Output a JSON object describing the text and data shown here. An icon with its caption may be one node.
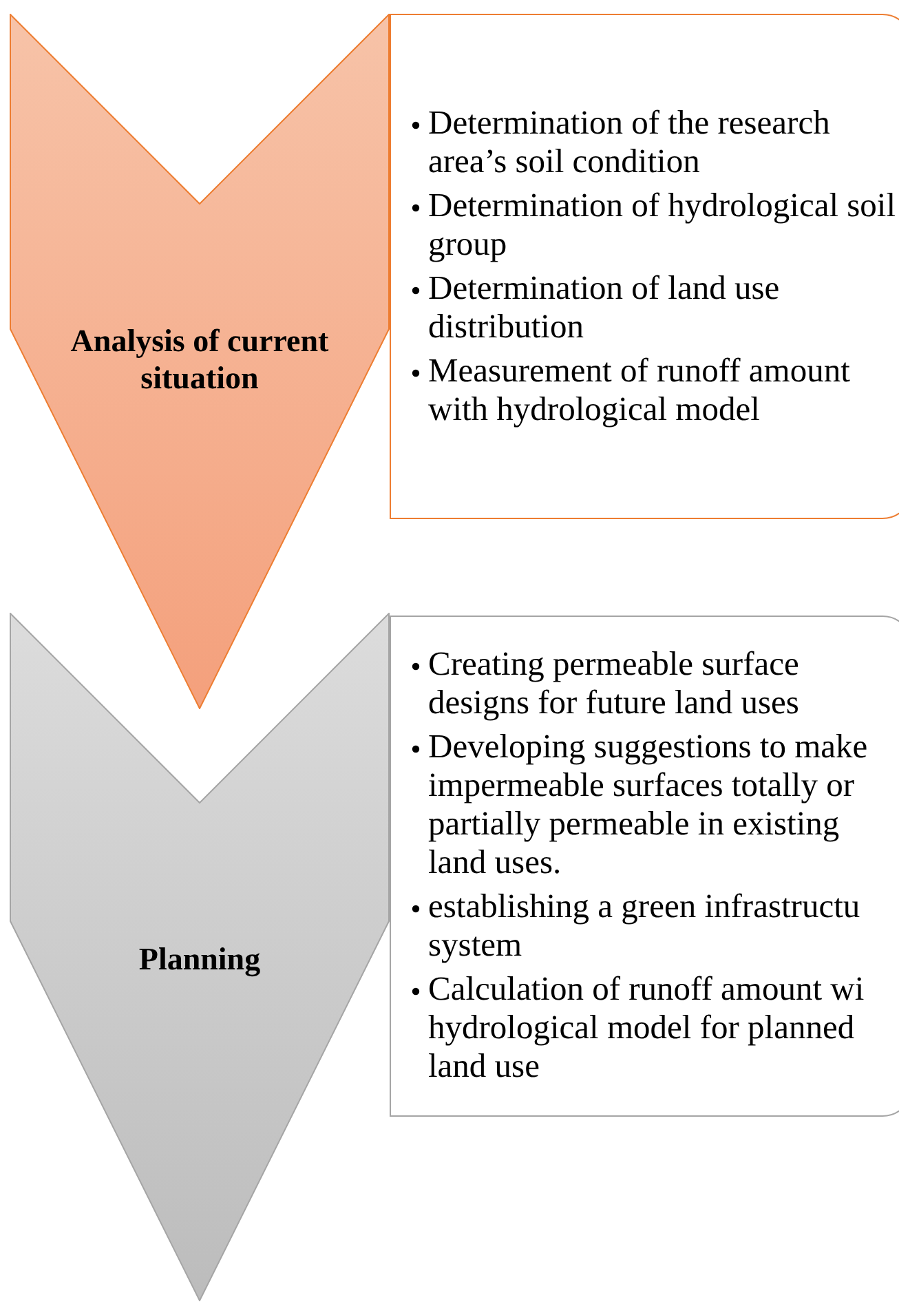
{
  "diagram": {
    "nodes": [
      {
        "text": [
          "Analysis of current situation"
        ]
      },
      {
        "text": [
          "Determination of the research area’s soil condition",
          "Determination of hydrological soil group",
          "Determination of land use distribution",
          "Measurement of runoff amount with hydrological model"
        ]
      },
      {
        "text": [
          "Planning"
        ]
      },
      {
        "text": [
          "Creating permeable surface designs for future land uses",
          "Developing suggestions to make impermeable surfaces totally or partially permeable in existing land uses.",
          "establishing a green infrastructu system",
          "Calculation of runoff amount wi hydrological model for planned land use"
        ]
      }
    ]
  }
}
